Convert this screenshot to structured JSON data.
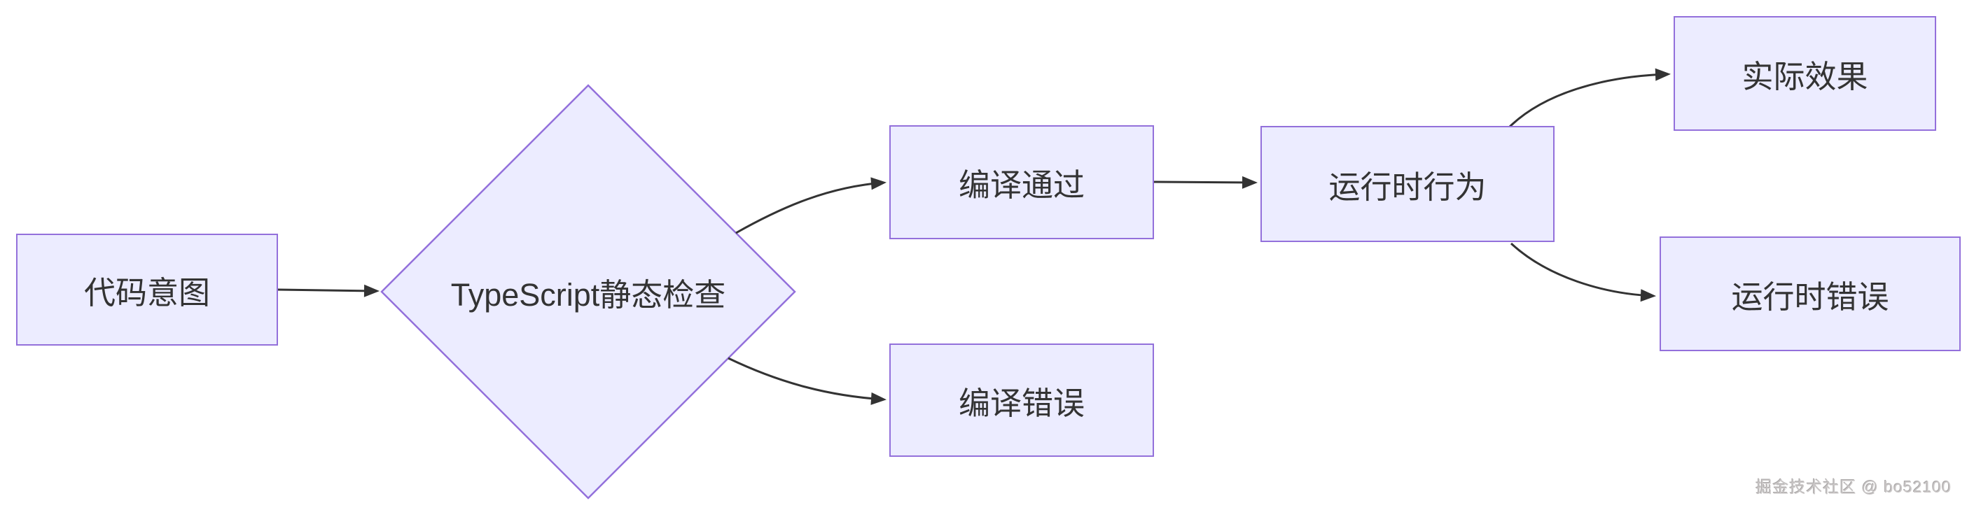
{
  "diagram": {
    "type": "flowchart",
    "direction": "left-to-right",
    "nodes": [
      {
        "id": "intent",
        "shape": "rectangle",
        "label": "代码意图"
      },
      {
        "id": "check",
        "shape": "diamond",
        "label": "TypeScript静态检查"
      },
      {
        "id": "pass",
        "shape": "rectangle",
        "label": "编译通过"
      },
      {
        "id": "cerr",
        "shape": "rectangle",
        "label": "编译错误"
      },
      {
        "id": "runtime",
        "shape": "rectangle",
        "label": "运行时行为"
      },
      {
        "id": "effect",
        "shape": "rectangle",
        "label": "实际效果"
      },
      {
        "id": "rterror",
        "shape": "rectangle",
        "label": "运行时错误"
      }
    ],
    "edges": [
      {
        "from": "代码意图",
        "to": "TypeScript静态检查"
      },
      {
        "from": "TypeScript静态检查",
        "to": "编译通过"
      },
      {
        "from": "TypeScript静态检查",
        "to": "编译错误"
      },
      {
        "from": "编译通过",
        "to": "运行时行为"
      },
      {
        "from": "运行时行为",
        "to": "实际效果"
      },
      {
        "from": "运行时行为",
        "to": "运行时错误"
      }
    ],
    "colors": {
      "node_fill": "#ECECFF",
      "node_border": "#9370DB",
      "edge_line": "#333333",
      "text": "#333333",
      "background": "#ffffff"
    }
  },
  "watermark": {
    "text": "掘金技术社区 @ bo52100"
  }
}
